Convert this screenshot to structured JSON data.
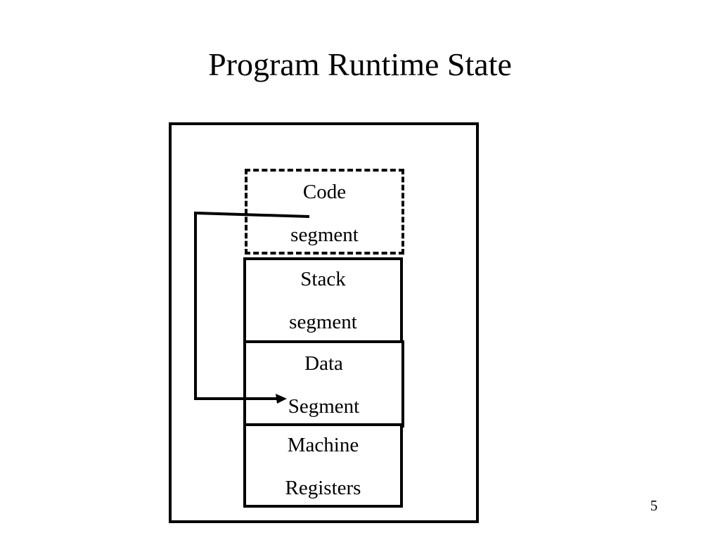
{
  "slide": {
    "title": "Program Runtime State",
    "page_number": "5"
  },
  "diagram": {
    "segments": [
      {
        "id": "code",
        "lines": [
          "Code",
          "segment"
        ],
        "border": "dashed"
      },
      {
        "id": "stack",
        "lines": [
          "Stack",
          "segment"
        ],
        "border": "solid"
      },
      {
        "id": "data",
        "lines": [
          "Data",
          "Segment"
        ],
        "border": "solid"
      },
      {
        "id": "registers",
        "lines": [
          "Machine",
          "Registers"
        ],
        "border": "solid"
      }
    ],
    "arrow": {
      "from": "code",
      "to": "data"
    },
    "colors": {
      "stroke": "#000000",
      "background": "#ffffff"
    }
  }
}
